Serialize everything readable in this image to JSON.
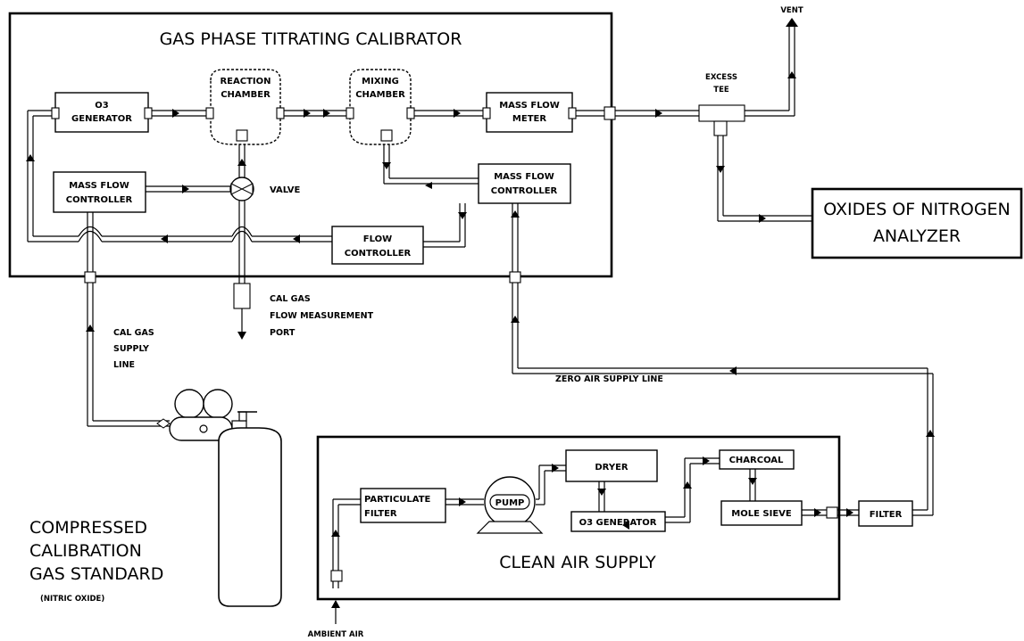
{
  "titles": {
    "calibrator": "GAS PHASE TITRATING CALIBRATOR",
    "analyzer": [
      "OXIDES OF NITROGEN",
      "ANALYZER"
    ],
    "clean_air": "CLEAN AIR SUPPLY",
    "cylinder": [
      "COMPRESSED",
      "CALIBRATION",
      "GAS STANDARD"
    ],
    "cylinder_sub": "(NITRIC OXIDE)"
  },
  "components": {
    "o3_generator": [
      "O3",
      "GENERATOR"
    ],
    "reaction_chamber": [
      "REACTION",
      "CHAMBER"
    ],
    "mixing_chamber": [
      "MIXING",
      "CHAMBER"
    ],
    "mass_flow_meter": [
      "MASS FLOW",
      "METER"
    ],
    "mfc_left": [
      "MASS FLOW",
      "CONTROLLER"
    ],
    "mfc_right": [
      "MASS FLOW",
      "CONTROLLER"
    ],
    "valve": "VALVE",
    "flow_controller": [
      "FLOW",
      "CONTROLLER"
    ],
    "excess_tee": [
      "EXCESS",
      "TEE"
    ],
    "vent": "VENT",
    "particulate_filter": [
      "PARTICULATE",
      "FILTER"
    ],
    "pump": "PUMP",
    "dryer": "DRYER",
    "o3_generator_2": "O3 GENERATOR",
    "charcoal": "CHARCOAL",
    "mole_sieve": "MOLE SIEVE",
    "filter": "FILTER"
  },
  "lines": {
    "cal_gas_port": [
      "CAL GAS",
      "FLOW MEASUREMENT",
      "PORT"
    ],
    "cal_gas_supply": [
      "CAL GAS",
      "SUPPLY",
      "LINE"
    ],
    "zero_air": "ZERO AIR SUPPLY LINE",
    "ambient_air": "AMBIENT AIR"
  }
}
